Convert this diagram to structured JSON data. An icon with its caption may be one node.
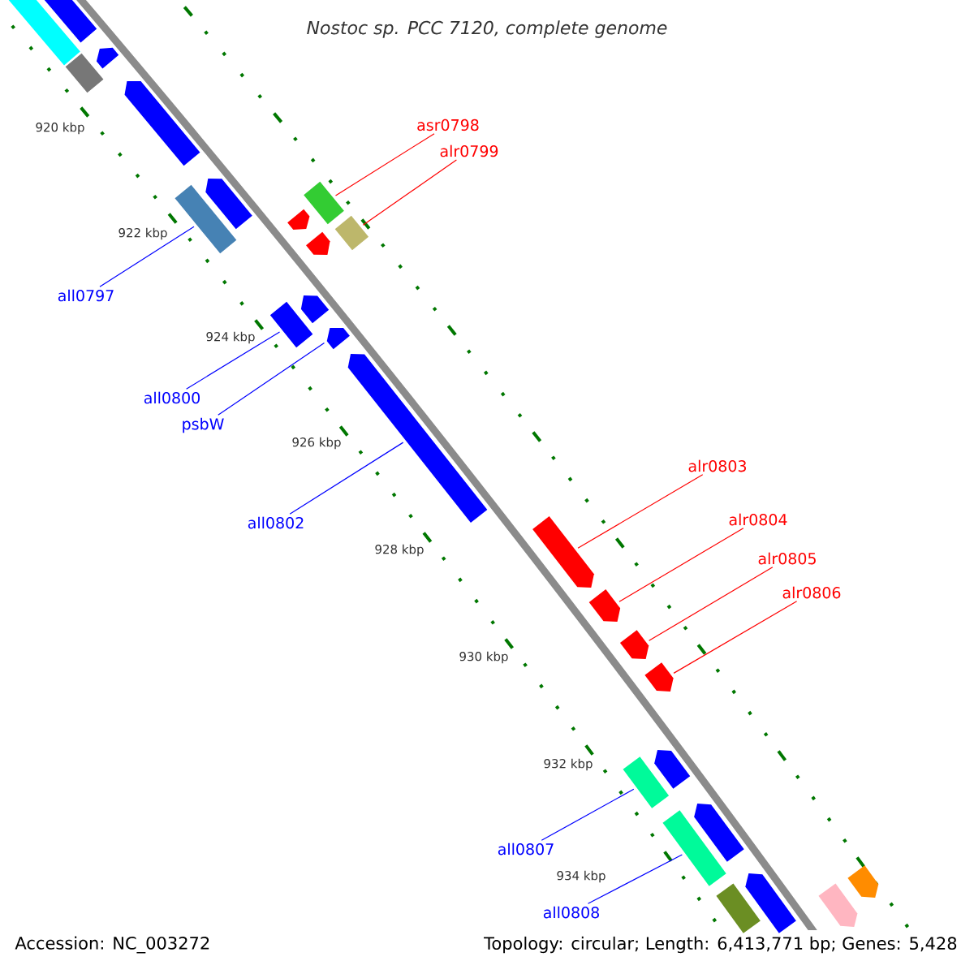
{
  "diagram": {
    "title": "Nostoc sp. PCC 7120, complete genome",
    "nodes": [
      {
        "text": [
          "asr0798"
        ]
      },
      {
        "text": [
          "alr0799"
        ]
      },
      {
        "text": [
          "all0797"
        ]
      },
      {
        "text": [
          "all0800"
        ]
      },
      {
        "text": [
          "psbW"
        ]
      },
      {
        "text": [
          "all0802"
        ]
      },
      {
        "text": [
          "alr0803"
        ]
      },
      {
        "text": [
          "alr0804"
        ]
      },
      {
        "text": [
          "alr0805"
        ]
      },
      {
        "text": [
          "alr0806"
        ]
      },
      {
        "text": [
          "all0807"
        ]
      },
      {
        "text": [
          "all0808"
        ]
      },
      {
        "text": [],
        "shape": "box"
      },
      {
        "text": [],
        "shape": "box"
      },
      {
        "text": [],
        "shape": "pentagon"
      },
      {
        "text": [],
        "shape": "box"
      },
      {
        "text": [],
        "shape": "pentagon"
      },
      {
        "text": [],
        "shape": "pentagon"
      },
      {
        "text": [],
        "shape": "box"
      },
      {
        "text": [],
        "shape": "box"
      },
      {
        "text": [],
        "shape": "pentagon"
      },
      {
        "text": [],
        "shape": "box"
      },
      {
        "text": [],
        "shape": "pentagon"
      },
      {
        "text": [],
        "shape": "pentagon"
      },
      {
        "text": [],
        "shape": "box"
      },
      {
        "text": [],
        "shape": "pentagon"
      },
      {
        "text": [],
        "shape": "pentagon"
      },
      {
        "text": [],
        "shape": "pentagon"
      },
      {
        "text": [],
        "shape": "pentagon"
      },
      {
        "text": [],
        "shape": "pentagon"
      },
      {
        "text": [],
        "shape": "pentagon"
      },
      {
        "text": [],
        "shape": "pentagon"
      },
      {
        "text": [],
        "shape": "box"
      },
      {
        "text": [],
        "shape": "pentagon"
      },
      {
        "text": [],
        "shape": "box"
      },
      {
        "text": [],
        "shape": "pentagon"
      },
      {
        "text": [],
        "shape": "pentagon"
      },
      {
        "text": [],
        "shape": "box"
      },
      {
        "text": [],
        "shape": "pentagon"
      }
    ],
    "edges": [
      {
        "from": 0,
        "to": 19,
        "arrow": "none",
        "color": "#ff0000"
      },
      {
        "from": 1,
        "to": 21,
        "arrow": "none",
        "color": "#ff0000"
      },
      {
        "from": 2,
        "to": 18,
        "arrow": "none",
        "color": "#0000ff"
      },
      {
        "from": 3,
        "to": 24,
        "arrow": "none",
        "color": "#0000ff"
      },
      {
        "from": 4,
        "to": 25,
        "arrow": "none",
        "color": "#0000ff"
      },
      {
        "from": 5,
        "to": 26,
        "arrow": "none",
        "color": "#0000ff"
      },
      {
        "from": 6,
        "to": 27,
        "arrow": "none",
        "color": "#ff0000"
      },
      {
        "from": 7,
        "to": 28,
        "arrow": "none",
        "color": "#ff0000"
      },
      {
        "from": 8,
        "to": 29,
        "arrow": "none",
        "color": "#ff0000"
      },
      {
        "from": 9,
        "to": 30,
        "arrow": "none",
        "color": "#ff0000"
      },
      {
        "from": 10,
        "to": 32,
        "arrow": "none",
        "color": "#0000ff"
      },
      {
        "from": 11,
        "to": 34,
        "arrow": "none",
        "color": "#0000ff"
      }
    ],
    "labels": [
      "920 kbp",
      "922 kbp",
      "924 kbp",
      "926 kbp",
      "928 kbp",
      "930 kbp",
      "932 kbp",
      "934 kbp",
      "Accession: NC_003272",
      "Topology: circular; Length: 6,413,771 bp; Genes: 5,428"
    ]
  }
}
